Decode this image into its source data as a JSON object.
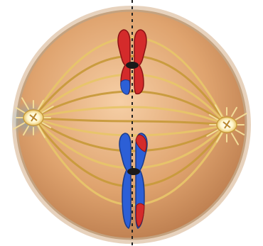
{
  "diagram": {
    "subject": "cell-division-metaphase",
    "colors": {
      "cell_fill_light": "#f6cfa6",
      "cell_fill_mid": "#dfa36e",
      "cell_fill_dark": "#b97a4c",
      "cell_rim": "#c4a27f",
      "spindle_fiber": "#e8c56a",
      "spindle_fiber_dark": "#c99b3c",
      "centrosome": "#fff6cc",
      "aster_glow": "#4aa8e0",
      "chromosome_red": "#d42b2b",
      "chromosome_blue": "#2c5fd6",
      "centromere": "#1a1a1a",
      "metaphase_plate_line": "#222222"
    },
    "parts": [
      "cell-membrane",
      "spindle-fibers",
      "left-centrosome",
      "right-centrosome",
      "upper-chromosome",
      "lower-chromosome",
      "metaphase-plate"
    ]
  }
}
